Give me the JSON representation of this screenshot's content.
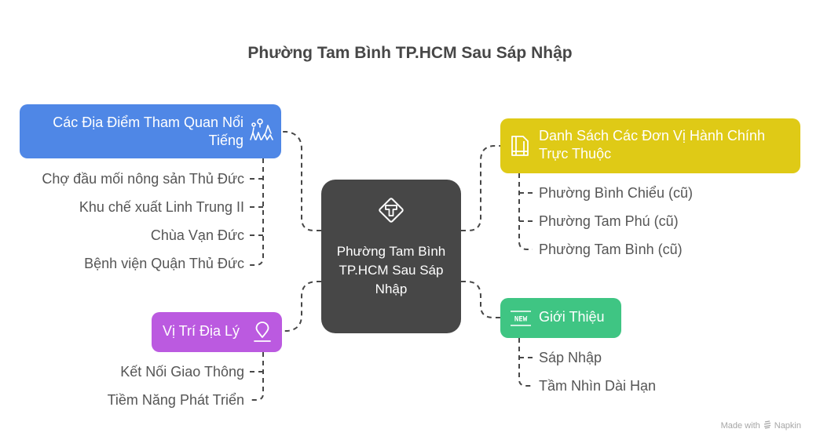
{
  "title": "Phường Tam Bình TP.HCM Sau Sáp Nhập",
  "center": {
    "label": "Phường Tam Bình TP.HCM Sau Sáp Nhập",
    "icon": "t-junction-road-sign-icon",
    "color": "#474747"
  },
  "branches": {
    "attractions": {
      "label": "Các Địa Điểm Tham Quan Nổi Tiếng",
      "icon": "hiking-people-icon",
      "color": "#4f87e6",
      "items": [
        "Chợ đầu mối nông sản Thủ Đức",
        "Khu chế xuất Linh Trung II",
        "Chùa Vạn Đức",
        "Bệnh viện Quận Thủ Đức"
      ]
    },
    "admin_units": {
      "label": "Danh Sách Các Đơn Vị Hành Chính Trực Thuộc",
      "icon": "document-layout-icon",
      "color": "#dfca16",
      "items": [
        "Phường Bình Chiểu (cũ)",
        "Phường Tam Phú (cũ)",
        "Phường Tam Bình (cũ)"
      ]
    },
    "location": {
      "label": "Vị Trí Địa Lý",
      "icon": "map-pin-icon",
      "color": "#bb5ae0",
      "items": [
        "Kết Nối Giao Thông",
        "Tiềm Năng Phát Triển"
      ]
    },
    "introduction": {
      "label": "Giới Thiệu",
      "icon": "new-badge-icon",
      "icon_text": "NEW",
      "color": "#3fc583",
      "items": [
        "Sáp Nhập",
        "Tầm Nhìn Dài Hạn"
      ]
    }
  },
  "footer": {
    "made_with": "Made with",
    "brand": "Napkin"
  }
}
